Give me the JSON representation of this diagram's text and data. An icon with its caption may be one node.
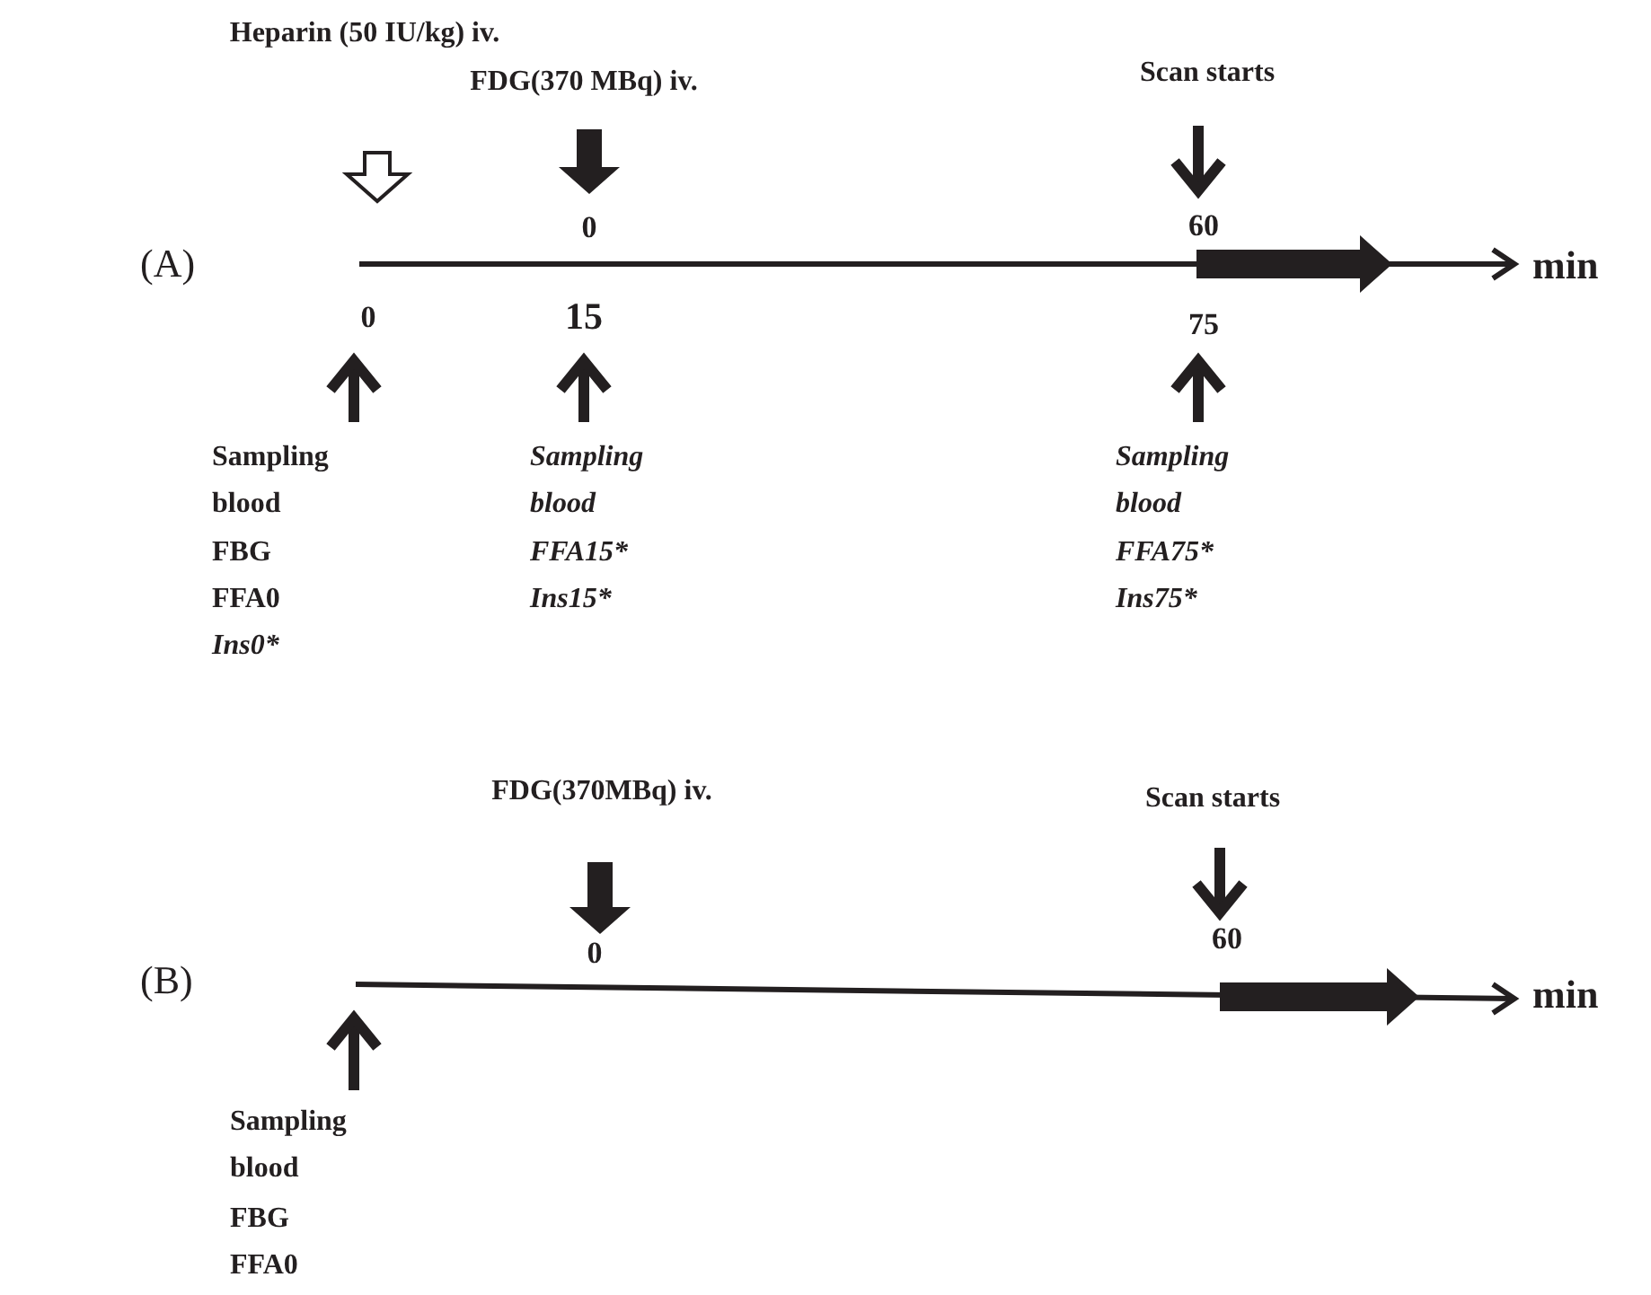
{
  "diagram": {
    "labels": [
      "Heparin (50 IU/kg) iv.",
      "FDG(370 MBq) iv.",
      "Scan starts",
      "(A)",
      "0",
      "60",
      "min",
      "0",
      "15",
      "75",
      "Sampling blood",
      "FBG",
      "FFA0",
      "Ins0*",
      "Sampling blood",
      "FFA15*",
      "Ins15*",
      "Sampling blood",
      "FFA75*",
      "Ins75*",
      "FDG(370MBq) iv.",
      "Scan starts",
      "(B)",
      "0",
      "60",
      "min",
      "Sampling blood",
      "FBG",
      "FFA0"
    ]
  }
}
